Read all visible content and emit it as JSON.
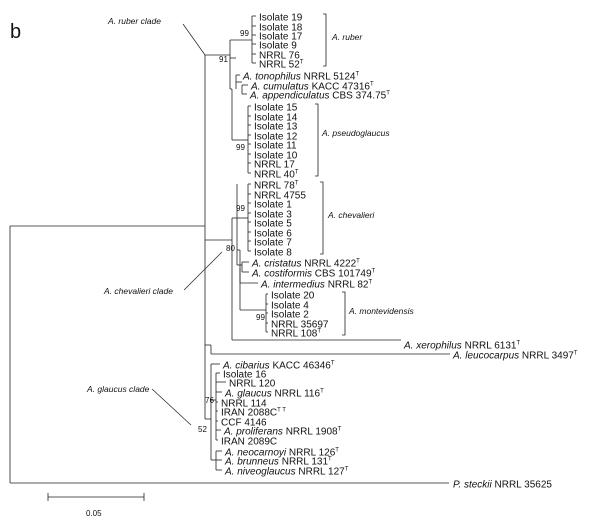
{
  "panel_label": "b",
  "scale_bar": {
    "label": "0.05",
    "value": 0.05
  },
  "clade_annotations": [
    {
      "id": "ruber",
      "label": "A. ruber clade"
    },
    {
      "id": "chevalieri",
      "label": "A. chevalieri clade"
    },
    {
      "id": "glaucus",
      "label": "A. glaucus clade"
    }
  ],
  "brackets": [
    {
      "id": "ruber",
      "label": "A. ruber"
    },
    {
      "id": "pseudoglaucus",
      "label": "A. pseudoglaucus"
    },
    {
      "id": "chevalieri",
      "label": "A. chevalieri"
    },
    {
      "id": "montevidensis",
      "label": "A. montevidensis"
    }
  ],
  "bootstraps": [
    {
      "id": "b91",
      "value": "91"
    },
    {
      "id": "b99a",
      "value": "99"
    },
    {
      "id": "b99b",
      "value": "99"
    },
    {
      "id": "b99c",
      "value": "99"
    },
    {
      "id": "b80",
      "value": "80"
    },
    {
      "id": "b99d",
      "value": "99"
    },
    {
      "id": "b76",
      "value": "76"
    },
    {
      "id": "b52",
      "value": "52"
    }
  ],
  "taxa": [
    {
      "id": "t1",
      "parts": [
        [
          "Isolate 19",
          ""
        ]
      ]
    },
    {
      "id": "t2",
      "parts": [
        [
          "Isolate 18",
          ""
        ]
      ]
    },
    {
      "id": "t3",
      "parts": [
        [
          "Isolate 17",
          ""
        ]
      ]
    },
    {
      "id": "t4",
      "parts": [
        [
          "Isolate 9",
          ""
        ]
      ]
    },
    {
      "id": "t5",
      "parts": [
        [
          "NRRL 76",
          ""
        ]
      ]
    },
    {
      "id": "t6",
      "parts": [
        [
          "NRRL 52",
          ""
        ],
        [
          "T",
          "sup"
        ]
      ]
    },
    {
      "id": "t7",
      "parts": [
        [
          "A. tonophilus",
          "i"
        ],
        [
          " NRRL 5124",
          ""
        ],
        [
          "T",
          "sup"
        ]
      ]
    },
    {
      "id": "t8",
      "parts": [
        [
          "A. cumulatus",
          "i"
        ],
        [
          " KACC 47316",
          ""
        ],
        [
          "T",
          "sup"
        ]
      ]
    },
    {
      "id": "t9",
      "parts": [
        [
          "A. appendiculatus",
          "i"
        ],
        [
          " CBS 374.75",
          ""
        ],
        [
          "T",
          "sup"
        ]
      ]
    },
    {
      "id": "t10",
      "parts": [
        [
          "Isolate 15",
          ""
        ]
      ]
    },
    {
      "id": "t11",
      "parts": [
        [
          "Isolate 14",
          ""
        ]
      ]
    },
    {
      "id": "t12",
      "parts": [
        [
          "Isolate 13",
          ""
        ]
      ]
    },
    {
      "id": "t13",
      "parts": [
        [
          "Isolate 12",
          ""
        ]
      ]
    },
    {
      "id": "t14",
      "parts": [
        [
          "Isolate 11",
          ""
        ]
      ]
    },
    {
      "id": "t15",
      "parts": [
        [
          "Isolate 10",
          ""
        ]
      ]
    },
    {
      "id": "t16",
      "parts": [
        [
          "NRRL 17",
          ""
        ]
      ]
    },
    {
      "id": "t17",
      "parts": [
        [
          "NRRL 40",
          ""
        ],
        [
          "T",
          "sup"
        ]
      ]
    },
    {
      "id": "t18",
      "parts": [
        [
          "NRRL 78",
          ""
        ],
        [
          "T",
          "sup"
        ]
      ]
    },
    {
      "id": "t19",
      "parts": [
        [
          "NRRL 4755",
          ""
        ]
      ]
    },
    {
      "id": "t20",
      "parts": [
        [
          "Isolate 1",
          ""
        ]
      ]
    },
    {
      "id": "t21",
      "parts": [
        [
          "Isolate 3",
          ""
        ]
      ]
    },
    {
      "id": "t22",
      "parts": [
        [
          "Isolate 5",
          ""
        ]
      ]
    },
    {
      "id": "t23",
      "parts": [
        [
          "Isolate 6",
          ""
        ]
      ]
    },
    {
      "id": "t24",
      "parts": [
        [
          "Isolate 7",
          ""
        ]
      ]
    },
    {
      "id": "t25",
      "parts": [
        [
          "Isolate 8",
          ""
        ]
      ]
    },
    {
      "id": "t26",
      "parts": [
        [
          "A. cristatus",
          "i"
        ],
        [
          " NRRL 4222",
          ""
        ],
        [
          "T",
          "sup"
        ]
      ]
    },
    {
      "id": "t27",
      "parts": [
        [
          "A. costiformis",
          "i"
        ],
        [
          " CBS 101749",
          ""
        ],
        [
          "T",
          "sup"
        ]
      ]
    },
    {
      "id": "t28",
      "parts": [
        [
          "A. intermedius",
          "i"
        ],
        [
          " NRRL 82",
          ""
        ],
        [
          "T",
          "sup"
        ]
      ]
    },
    {
      "id": "t29",
      "parts": [
        [
          "Isolate 20",
          ""
        ]
      ]
    },
    {
      "id": "t30",
      "parts": [
        [
          "Isolate 4",
          ""
        ]
      ]
    },
    {
      "id": "t31",
      "parts": [
        [
          "Isolate 2",
          ""
        ]
      ]
    },
    {
      "id": "t32",
      "parts": [
        [
          "NRRL 35697",
          ""
        ]
      ]
    },
    {
      "id": "t33",
      "parts": [
        [
          "NRRL 108",
          ""
        ],
        [
          "T",
          "sup"
        ]
      ]
    },
    {
      "id": "t34",
      "parts": [
        [
          "A. xerophilus",
          "i"
        ],
        [
          " NRRL 6131",
          ""
        ],
        [
          "T",
          "sup"
        ]
      ]
    },
    {
      "id": "t35",
      "parts": [
        [
          "A. leucocarpus",
          "i"
        ],
        [
          " NRRL 3497",
          ""
        ],
        [
          "T",
          "sup"
        ]
      ]
    },
    {
      "id": "t36",
      "parts": [
        [
          "A. cibarius",
          "i"
        ],
        [
          " KACC 46346",
          ""
        ],
        [
          "T",
          "sup"
        ]
      ]
    },
    {
      "id": "t37",
      "parts": [
        [
          "Isolate 16",
          ""
        ]
      ]
    },
    {
      "id": "t38",
      "parts": [
        [
          "NRRL 120",
          ""
        ]
      ]
    },
    {
      "id": "t39",
      "parts": [
        [
          "A. glaucus",
          "i"
        ],
        [
          " NRRL 116",
          ""
        ],
        [
          "T",
          "sup"
        ]
      ]
    },
    {
      "id": "t40",
      "parts": [
        [
          "NRRL 114",
          ""
        ]
      ]
    },
    {
      "id": "t41",
      "parts": [
        [
          "IRAN 2088C",
          ""
        ],
        [
          "T T",
          "sup"
        ]
      ]
    },
    {
      "id": "t42",
      "parts": [
        [
          "CCF 4146",
          ""
        ]
      ]
    },
    {
      "id": "t43",
      "parts": [
        [
          "A. proliferans",
          "i"
        ],
        [
          " NRRL 1908",
          ""
        ],
        [
          "T",
          "sup"
        ]
      ]
    },
    {
      "id": "t44",
      "parts": [
        [
          "IRAN 2089C",
          ""
        ]
      ]
    },
    {
      "id": "t45",
      "parts": [
        [
          "A. neocarnoyi",
          "i"
        ],
        [
          " NRRL 126",
          ""
        ],
        [
          "T",
          "sup"
        ]
      ]
    },
    {
      "id": "t46",
      "parts": [
        [
          "A. brunneus",
          "i"
        ],
        [
          " NRRL 131",
          ""
        ],
        [
          "T",
          "sup"
        ]
      ]
    },
    {
      "id": "t47",
      "parts": [
        [
          "A. niveoglaucus",
          "i"
        ],
        [
          " NRRL 127",
          ""
        ],
        [
          "T",
          "sup"
        ]
      ]
    },
    {
      "id": "t48",
      "parts": [
        [
          "P. steckii",
          "i"
        ],
        [
          " NRRL 35625",
          ""
        ]
      ]
    }
  ]
}
